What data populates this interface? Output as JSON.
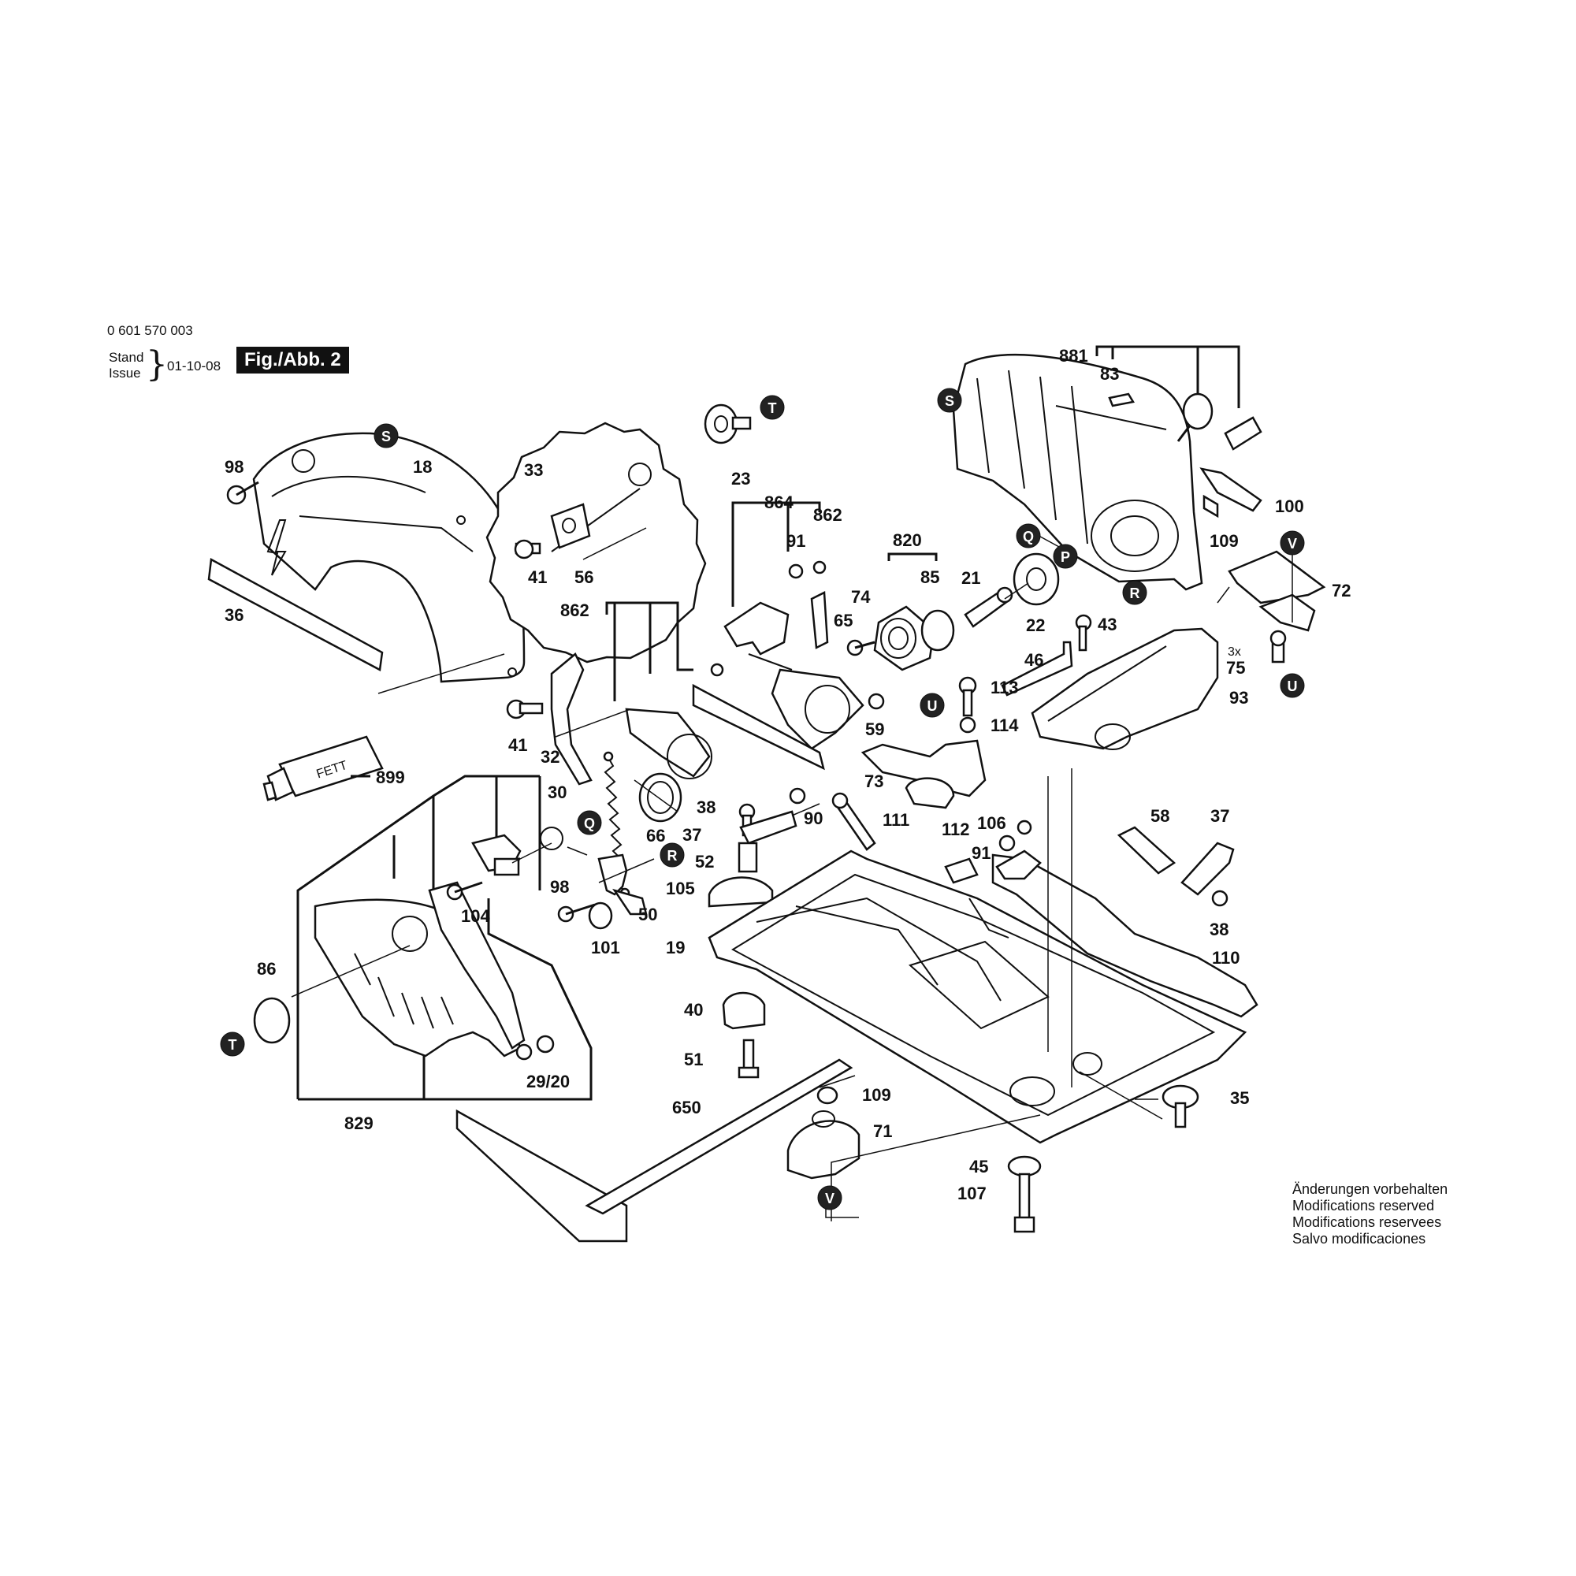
{
  "header": {
    "part_number": "0 601 570 003",
    "stand_label": "Stand",
    "issue_label": "Issue",
    "date": "01-10-08",
    "figure": "Fig./Abb. 2"
  },
  "footer_notes": [
    "Änderungen vorbehalten",
    "Modifications reserved",
    "Modifications reservees",
    "Salvo modificaciones"
  ],
  "tube_text": "FETT",
  "qty_note": "3x",
  "ref_markers": {
    "S": "S",
    "T": "T",
    "Q": "Q",
    "P": "P",
    "R": "R",
    "U": "U",
    "V": "V"
  },
  "part_labels": {
    "p98a": "98",
    "p18": "18",
    "p36": "36",
    "p41a": "41",
    "p56": "56",
    "p33": "33",
    "p23": "23",
    "p864": "864",
    "p91a": "91",
    "p862a": "862",
    "p862b": "862",
    "p65": "65",
    "p74": "74",
    "p820": "820",
    "p85": "85",
    "p21": "21",
    "p22": "22",
    "p881": "881",
    "p83": "83",
    "p100": "100",
    "p109a": "109",
    "p72": "72",
    "p43": "43",
    "p75": "75",
    "p93": "93",
    "p46": "46",
    "p113": "113",
    "p114": "114",
    "p59": "59",
    "p73": "73",
    "p41b": "41",
    "p32": "32",
    "p899": "899",
    "p30": "30",
    "p66": "66",
    "p38a": "38",
    "p90": "90",
    "p111": "111",
    "p37a": "37",
    "p52": "52",
    "p105": "105",
    "p98b": "98",
    "p50": "50",
    "p101": "101",
    "p104": "104",
    "p19": "19",
    "p112": "112",
    "p106": "106",
    "p91b": "91",
    "p58": "58",
    "p37b": "37",
    "p38b": "38",
    "p110": "110",
    "p86": "86",
    "p29_20": "29/20",
    "p829": "829",
    "p40": "40",
    "p51": "51",
    "p650": "650",
    "p109b": "109",
    "p71": "71",
    "p35": "35",
    "p45": "45",
    "p107": "107"
  }
}
